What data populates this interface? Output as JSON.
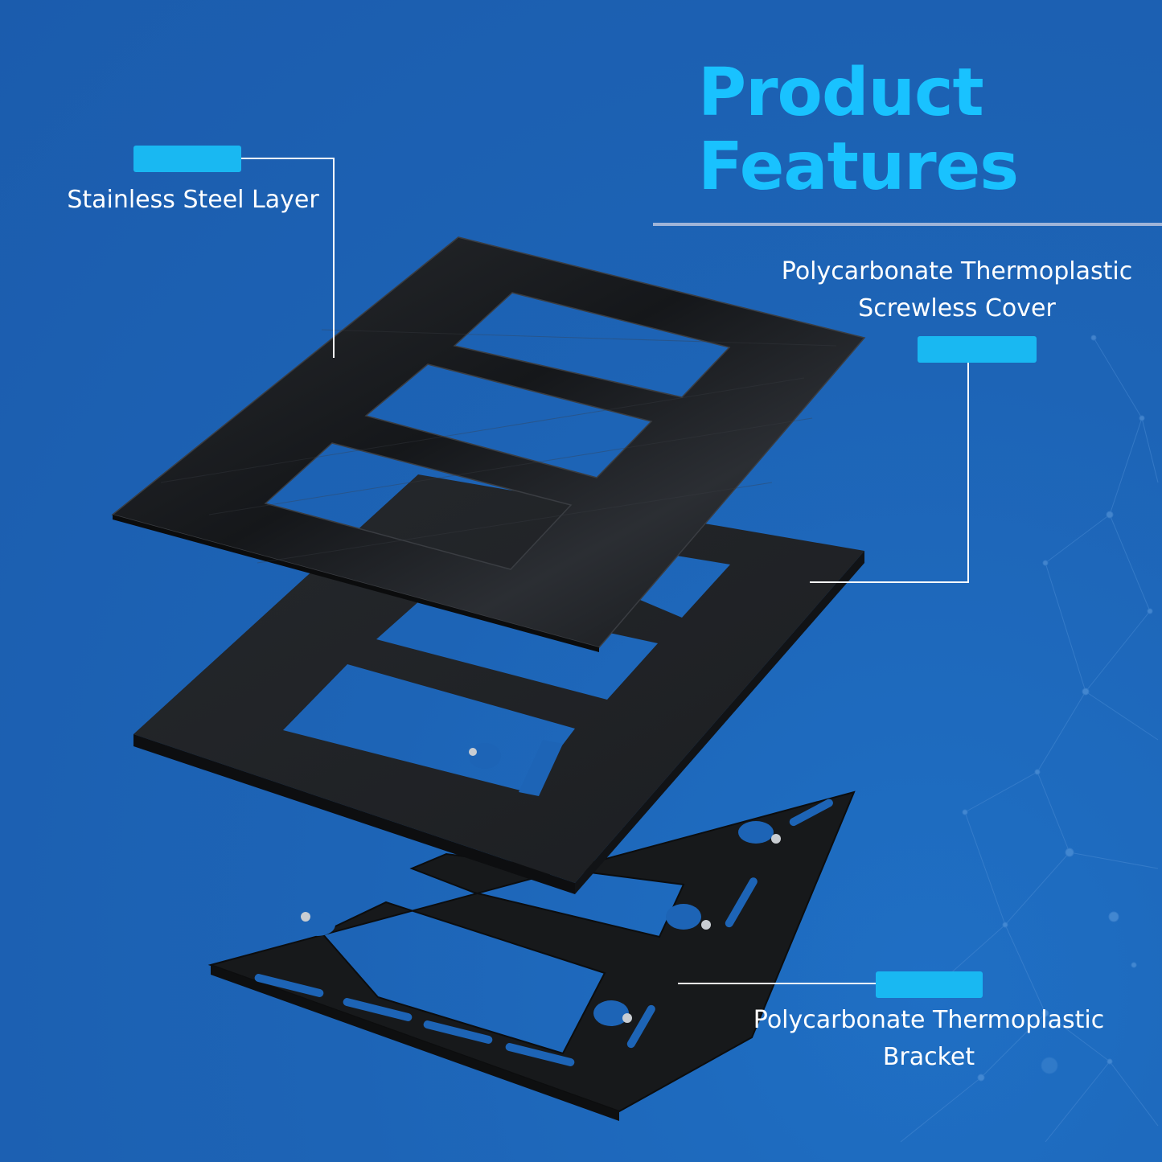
{
  "header": {
    "title_line1": "Product",
    "title_line2": "Features"
  },
  "callouts": {
    "steel": {
      "line1": "Stainless Steel Layer"
    },
    "cover": {
      "line1": "Polycarbonate Thermoplastic",
      "line2": "Screwless Cover"
    },
    "bracket": {
      "line1": "Polycarbonate Thermoplastic",
      "line2": "Bracket"
    }
  },
  "colors": {
    "background": "#1d64b6",
    "accent": "#19c2ff",
    "tag": "#19b8f2",
    "plate": "#1a1c1f"
  }
}
